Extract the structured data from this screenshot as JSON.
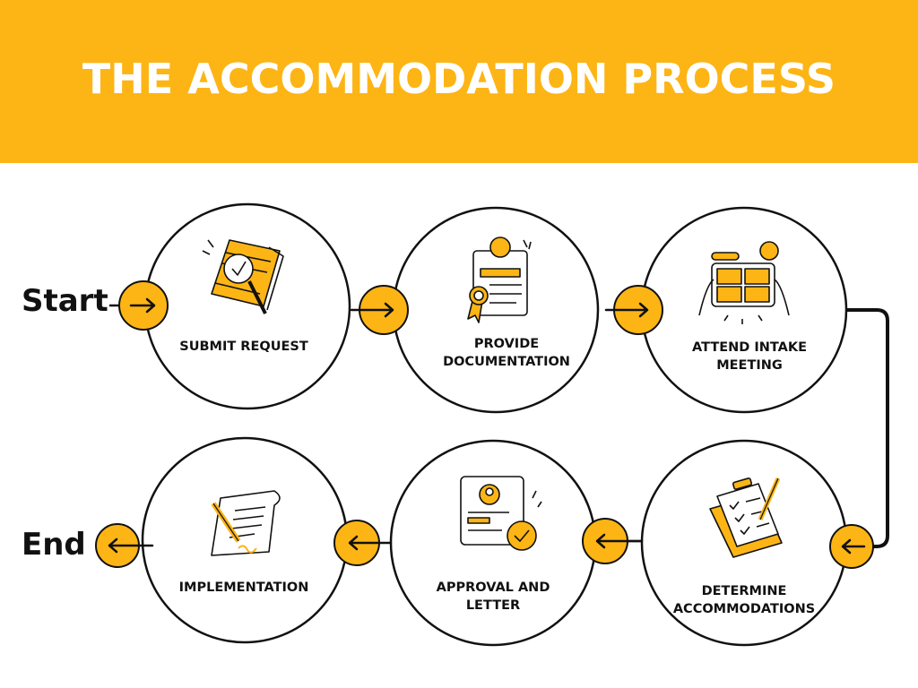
{
  "title": "THE ACCOMMODATION PROCESS",
  "start_label": "Start",
  "end_label": "End",
  "steps": [
    {
      "label": "SUBMIT REQUEST",
      "icon": "document-magnifier-icon"
    },
    {
      "label": "PROVIDE\nDOCUMENTATION",
      "icon": "certificate-icon"
    },
    {
      "label": "ATTEND INTAKE\nMEETING",
      "icon": "video-meeting-tablet-icon"
    },
    {
      "label": "DETERMINE\nACCOMMODATIONS",
      "icon": "checklist-clipboard-icon"
    },
    {
      "label": "APPROVAL AND\nLETTER",
      "icon": "approved-profile-icon"
    },
    {
      "label": "IMPLEMENTATION",
      "icon": "scroll-pen-icon"
    }
  ],
  "colors": {
    "accent": "#FDB515",
    "line": "#111111",
    "background": "#ffffff"
  }
}
